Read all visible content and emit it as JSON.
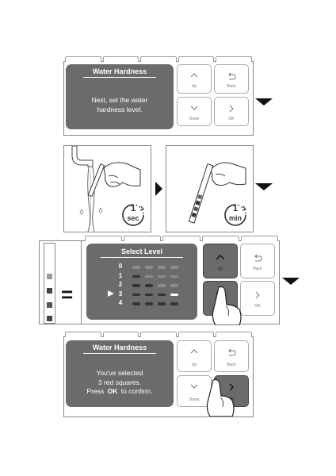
{
  "step1": {
    "screen_title": "Water Hardness",
    "message_line1": "Next, set the water",
    "message_line2": "hardness level.",
    "buttons": {
      "up": "Up",
      "back": "Back",
      "down": "Down",
      "ok": "OK"
    }
  },
  "step2": {
    "timer_left_value": "1",
    "timer_left_unit": "sec",
    "timer_right_value": "1",
    "timer_right_unit": "min"
  },
  "step3": {
    "screen_title": "Select Level",
    "levels": [
      "0",
      "1",
      "2",
      "3",
      "4"
    ],
    "selected_level": 3,
    "buttons": {
      "up": "Up",
      "back": "Back",
      "down": "Down",
      "ok": "OK"
    },
    "equals": "="
  },
  "step4": {
    "screen_title": "Water Hardness",
    "message_line1": "You've selected",
    "message_line2": "3 red squares.",
    "message_line3_prefix": "Press",
    "message_line3_ok": "OK",
    "message_line3_suffix": "to confirm.",
    "buttons": {
      "up": "Up",
      "back": "Back",
      "down": "Down",
      "ok": "OK"
    }
  },
  "colors": {
    "screen_gray": "#6b6b6b",
    "pill_dark": "#333333",
    "pill_light": "#8c8c8c",
    "selected_pill": "#ffffff"
  },
  "icons": [
    "chevron-up-icon",
    "back-arrow-icon",
    "chevron-down-icon",
    "chevron-right-icon",
    "play-triangle-icon",
    "hand-pointer-icon",
    "timer-icon",
    "test-strip-icon"
  ]
}
